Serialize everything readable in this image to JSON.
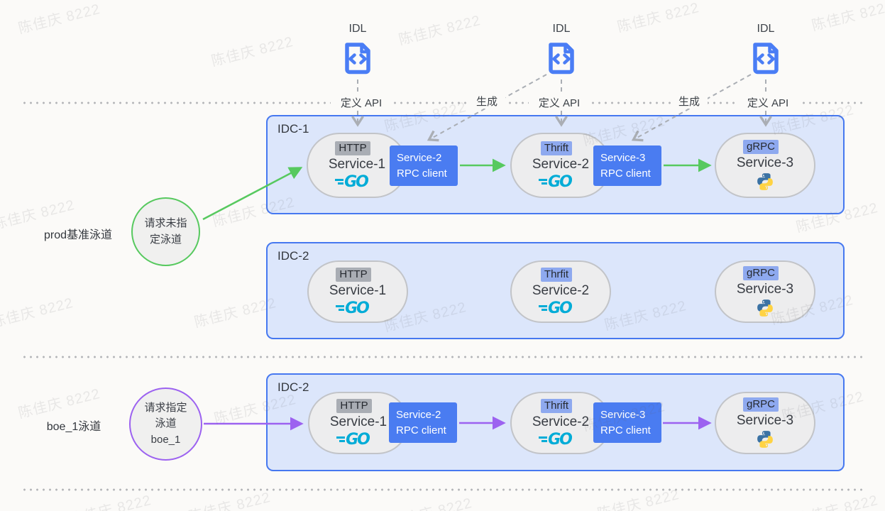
{
  "watermark": "陈佳庆 8222",
  "logos": {
    "go": "GO"
  },
  "idl": {
    "labels": [
      "IDL",
      "IDL",
      "IDL"
    ],
    "define_api": [
      "定义 API",
      "定义 API",
      "定义 API"
    ],
    "generate": [
      "生成",
      "生成"
    ]
  },
  "lanes": [
    {
      "name": "prod基准泳道",
      "circle": [
        "请求未指",
        "定泳道"
      ]
    },
    {
      "name": "boe_1泳道",
      "circle": [
        "请求指定",
        "泳道",
        "boe_1"
      ]
    }
  ],
  "idc_boxes": [
    {
      "label": "IDC-1",
      "services": [
        {
          "protocol": "HTTP",
          "name": "Service-1",
          "runtime": "go"
        },
        {
          "protocol": "Thrift",
          "name": "Service-2",
          "runtime": "go"
        },
        {
          "protocol": "gRPC",
          "name": "Service-3",
          "runtime": "python"
        }
      ],
      "rpc_clients": [
        [
          "Service-2",
          "RPC client"
        ],
        [
          "Service-3",
          "RPC client"
        ]
      ]
    },
    {
      "label": "IDC-2",
      "services": [
        {
          "protocol": "HTTP",
          "name": "Service-1",
          "runtime": "go"
        },
        {
          "protocol": "Thrfit",
          "name": "Service-2",
          "runtime": "go"
        },
        {
          "protocol": "gRPC",
          "name": "Service-3",
          "runtime": "python"
        }
      ],
      "rpc_clients": []
    },
    {
      "label": "IDC-2",
      "services": [
        {
          "protocol": "HTTP",
          "name": "Service-1",
          "runtime": "go"
        },
        {
          "protocol": "Thrift",
          "name": "Service-2",
          "runtime": "go"
        },
        {
          "protocol": "gRPC",
          "name": "Service-3",
          "runtime": "python"
        }
      ],
      "rpc_clients": [
        [
          "Service-2",
          "RPC client"
        ],
        [
          "Service-3",
          "RPC client"
        ]
      ]
    }
  ],
  "colors": {
    "idc_border": "#4678f0",
    "idc_fill": "#dce6fb",
    "rpc_blue": "#4a7cf1",
    "green": "#57c95f",
    "purple": "#9c62f0",
    "go_cyan": "#00acd7",
    "python_blue": "#3b72a4",
    "python_yellow": "#ffd343",
    "badge_gray": "#a9adb4",
    "badge_blue": "#8ea9ef"
  }
}
